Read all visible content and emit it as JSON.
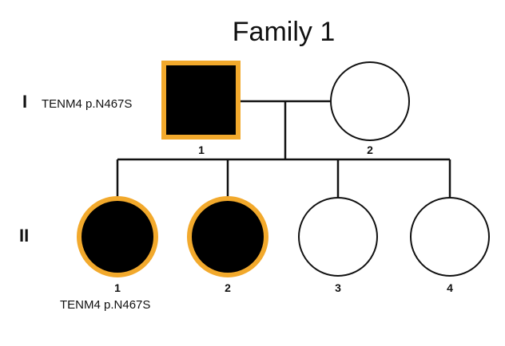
{
  "title": "Family 1",
  "generations": [
    "I",
    "II"
  ],
  "variant_label": "TENM4 p.N467S",
  "individuals": {
    "I1": {
      "number": "1",
      "sex": "male",
      "affected": true,
      "carrier_variant": "TENM4 p.N467S"
    },
    "I2": {
      "number": "2",
      "sex": "female",
      "affected": false
    },
    "II1": {
      "number": "1",
      "sex": "female",
      "affected": true,
      "carrier_variant": "TENM4 p.N467S"
    },
    "II2": {
      "number": "2",
      "sex": "female",
      "affected": true
    },
    "II3": {
      "number": "3",
      "sex": "female",
      "affected": false
    },
    "II4": {
      "number": "4",
      "sex": "female",
      "affected": false
    }
  },
  "colors": {
    "affected_fill": "#000000",
    "highlight_border": "#F2A92C",
    "unaffected_fill": "#ffffff",
    "line": "#111111"
  }
}
